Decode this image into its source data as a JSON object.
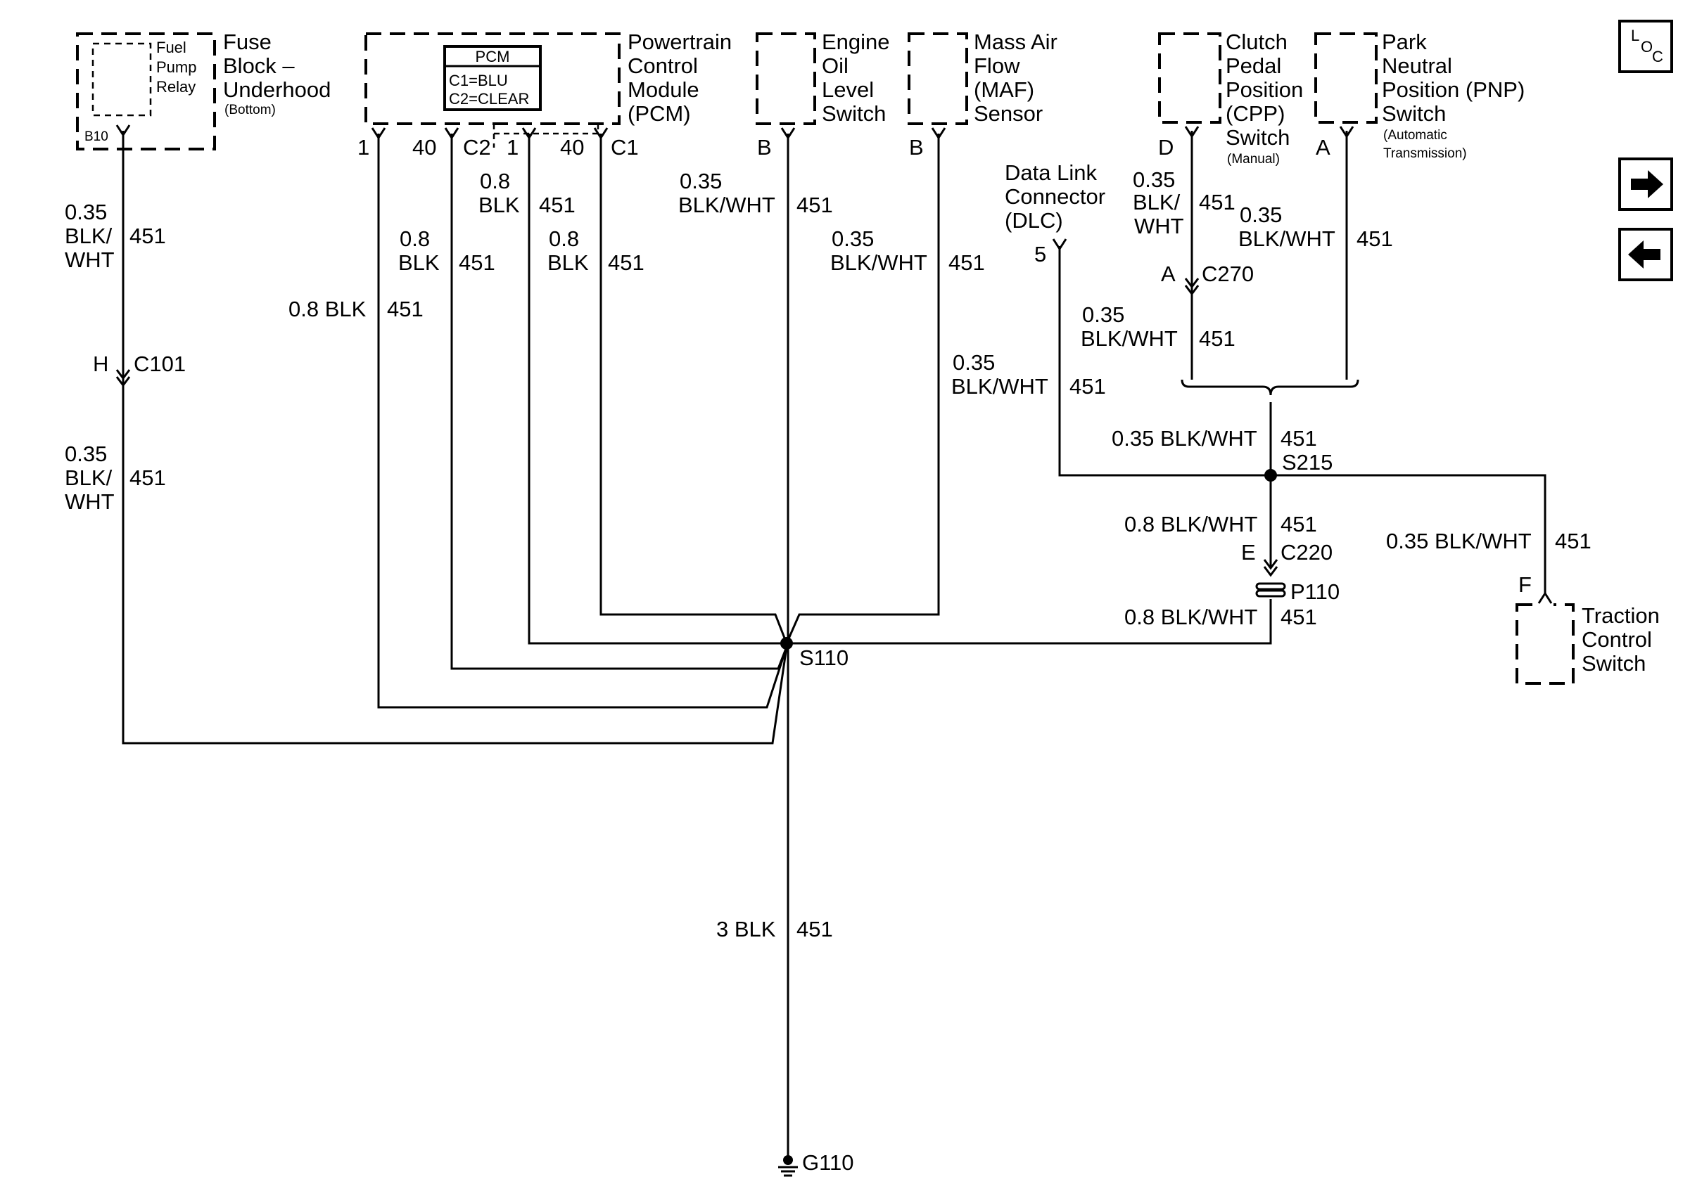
{
  "components": {
    "fuse_block": {
      "relay_label": [
        "Fuel",
        "Pump",
        "Relay"
      ],
      "name_lines": [
        "Fuse",
        "Block –",
        "Underhood"
      ],
      "sub": "(Bottom)",
      "pin": "B10"
    },
    "pcm": {
      "box_title": "PCM",
      "box_lines": [
        "C1=BLU",
        "C2=CLEAR"
      ],
      "name_lines": [
        "Powertrain",
        "Control",
        "Module",
        "(PCM)"
      ],
      "pins": [
        "1",
        "40",
        "C2",
        "1",
        "40",
        "C1"
      ]
    },
    "oil_switch": {
      "name_lines": [
        "Engine",
        "Oil",
        "Level",
        "Switch"
      ],
      "pin": "B"
    },
    "maf": {
      "name_lines": [
        "Mass Air",
        "Flow",
        "(MAF)",
        "Sensor"
      ],
      "pin": "B"
    },
    "cpp": {
      "name_lines": [
        "Clutch",
        "Pedal",
        "Position",
        "(CPP)",
        "Switch"
      ],
      "sub": "(Manual)",
      "pin": "D"
    },
    "pnp": {
      "name_lines": [
        "Park",
        "Neutral",
        "Position (PNP)",
        "Switch"
      ],
      "sub_lines": [
        "(Automatic",
        "Transmission)"
      ],
      "pin": "A"
    },
    "dlc": {
      "name_lines": [
        "Data Link",
        "Connector",
        "(DLC)"
      ],
      "pin": "5"
    },
    "traction": {
      "name_lines": [
        "Traction",
        "Control",
        "Switch"
      ],
      "pin": "F"
    }
  },
  "wires": {
    "fuse_upper": {
      "size": [
        "0.35",
        "BLK/",
        "WHT"
      ],
      "circuit": "451"
    },
    "fuse_lower": {
      "size": [
        "0.35",
        "BLK/",
        "WHT"
      ],
      "circuit": "451"
    },
    "pcm_c2_1": {
      "size": "0.8 BLK",
      "circuit": "451"
    },
    "pcm_c2_40": {
      "size": [
        "0.8",
        "BLK"
      ],
      "circuit": "451"
    },
    "pcm_c1_1": {
      "size": [
        "0.8",
        "BLK"
      ],
      "circuit": "451"
    },
    "pcm_c1_40": {
      "size": [
        "0.8",
        "BLK"
      ],
      "circuit": "451"
    },
    "oil": {
      "size": [
        "0.35",
        "BLK/WHT"
      ],
      "circuit": "451"
    },
    "maf_upper": {
      "size": [
        "0.35",
        "BLK/WHT"
      ],
      "circuit": "451"
    },
    "maf_lower": {
      "size": [
        "0.35",
        "BLK/WHT"
      ],
      "circuit": "451"
    },
    "cpp_upper": {
      "size": [
        "0.35",
        "BLK/",
        "WHT"
      ],
      "circuit": "451"
    },
    "cpp_lower": {
      "size": [
        "0.35",
        "BLK/WHT"
      ],
      "circuit": "451"
    },
    "pnp": {
      "size": [
        "0.35",
        "BLK/WHT"
      ],
      "circuit": "451"
    },
    "s215_upper": {
      "size": "0.35 BLK/WHT",
      "circuit": "451"
    },
    "s215_lower": {
      "size": "0.8 BLK/WHT",
      "circuit": "451"
    },
    "p110_lower": {
      "size": "0.8 BLK/WHT",
      "circuit": "451"
    },
    "traction": {
      "size": "0.35 BLK/WHT",
      "circuit": "451"
    },
    "ground": {
      "size": "3 BLK",
      "circuit": "451"
    }
  },
  "connectors": {
    "c101": {
      "pin": "H",
      "name": "C101"
    },
    "c270": {
      "pin": "A",
      "name": "C270"
    },
    "c220": {
      "pin": "E",
      "name": "C220"
    }
  },
  "splices": {
    "s110": "S110",
    "s215": "S215"
  },
  "ground": "G110",
  "p110": "P110",
  "nav": {
    "loc_top": "L",
    "loc_mid": "O",
    "loc_bot": "C",
    "next_icon": "arrow-right",
    "prev_icon": "arrow-left"
  }
}
